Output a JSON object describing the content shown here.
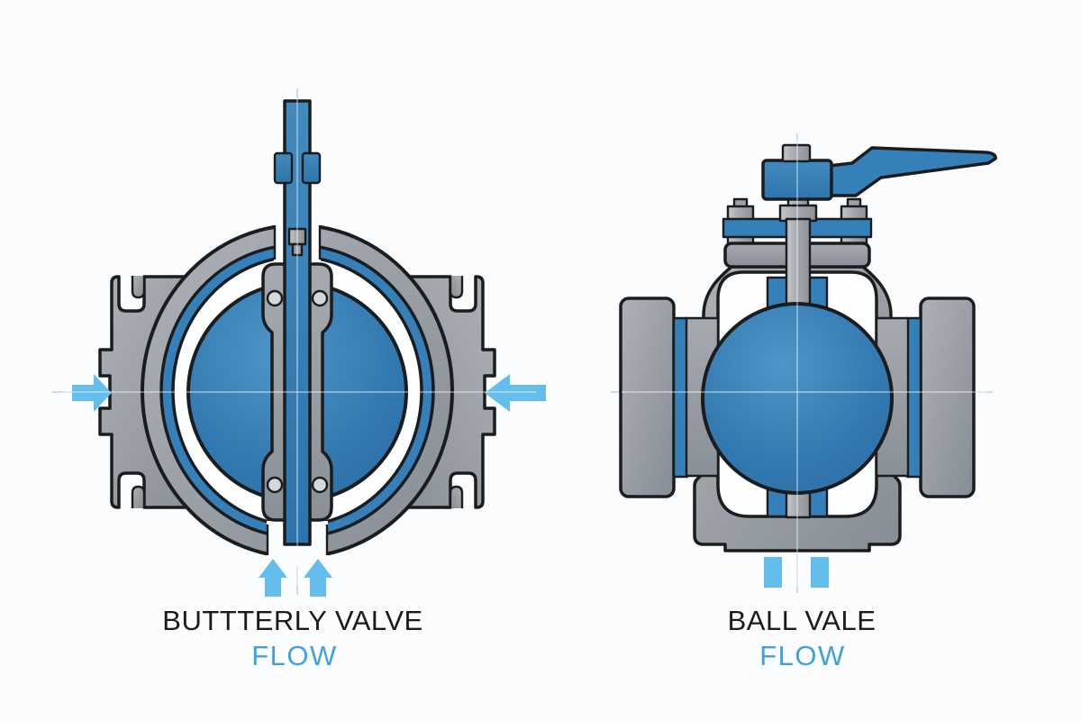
{
  "page": {
    "background": "#FBFCFD"
  },
  "colors": {
    "background": "#FBFCFD",
    "blue": "#3580B8",
    "blue_light": "#63BEEC",
    "gray": "#979CA3",
    "steel": "#A9AEB4",
    "outline": "#1A1C1E",
    "centerline": "#C8CDD2",
    "title_text": "#1B1B1D",
    "flow_text": "#42A1DC",
    "hole_fill": "#D5D8DB",
    "white": "#FDFEFE"
  },
  "diagrams": {
    "butterfly": {
      "title": "BUTTTERLY VALVE",
      "flow_label": "FLOW",
      "arrows": [
        "flow-arrow-in-left",
        "flow-arrow-in-right",
        "flow-arrow-up-left",
        "flow-arrow-up-right"
      ]
    },
    "ball": {
      "title": "BALL VALE",
      "flow_label": "FLOW",
      "arrows": [
        "flow-mark-left",
        "flow-mark-right"
      ]
    }
  }
}
